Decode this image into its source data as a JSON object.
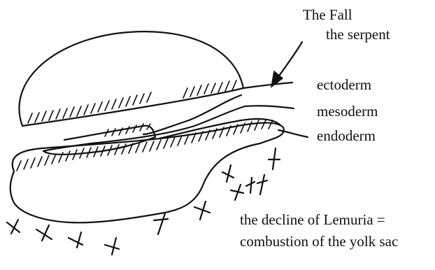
{
  "labels": {
    "fall": "The Fall",
    "serpent": "the serpent",
    "ectoderm": "ectoderm",
    "mesoderm": "mesoderm",
    "endoderm": "endoderm",
    "decline_line1": "the decline of Lemuria =",
    "decline_line2": "combustion of the yolk sac"
  }
}
